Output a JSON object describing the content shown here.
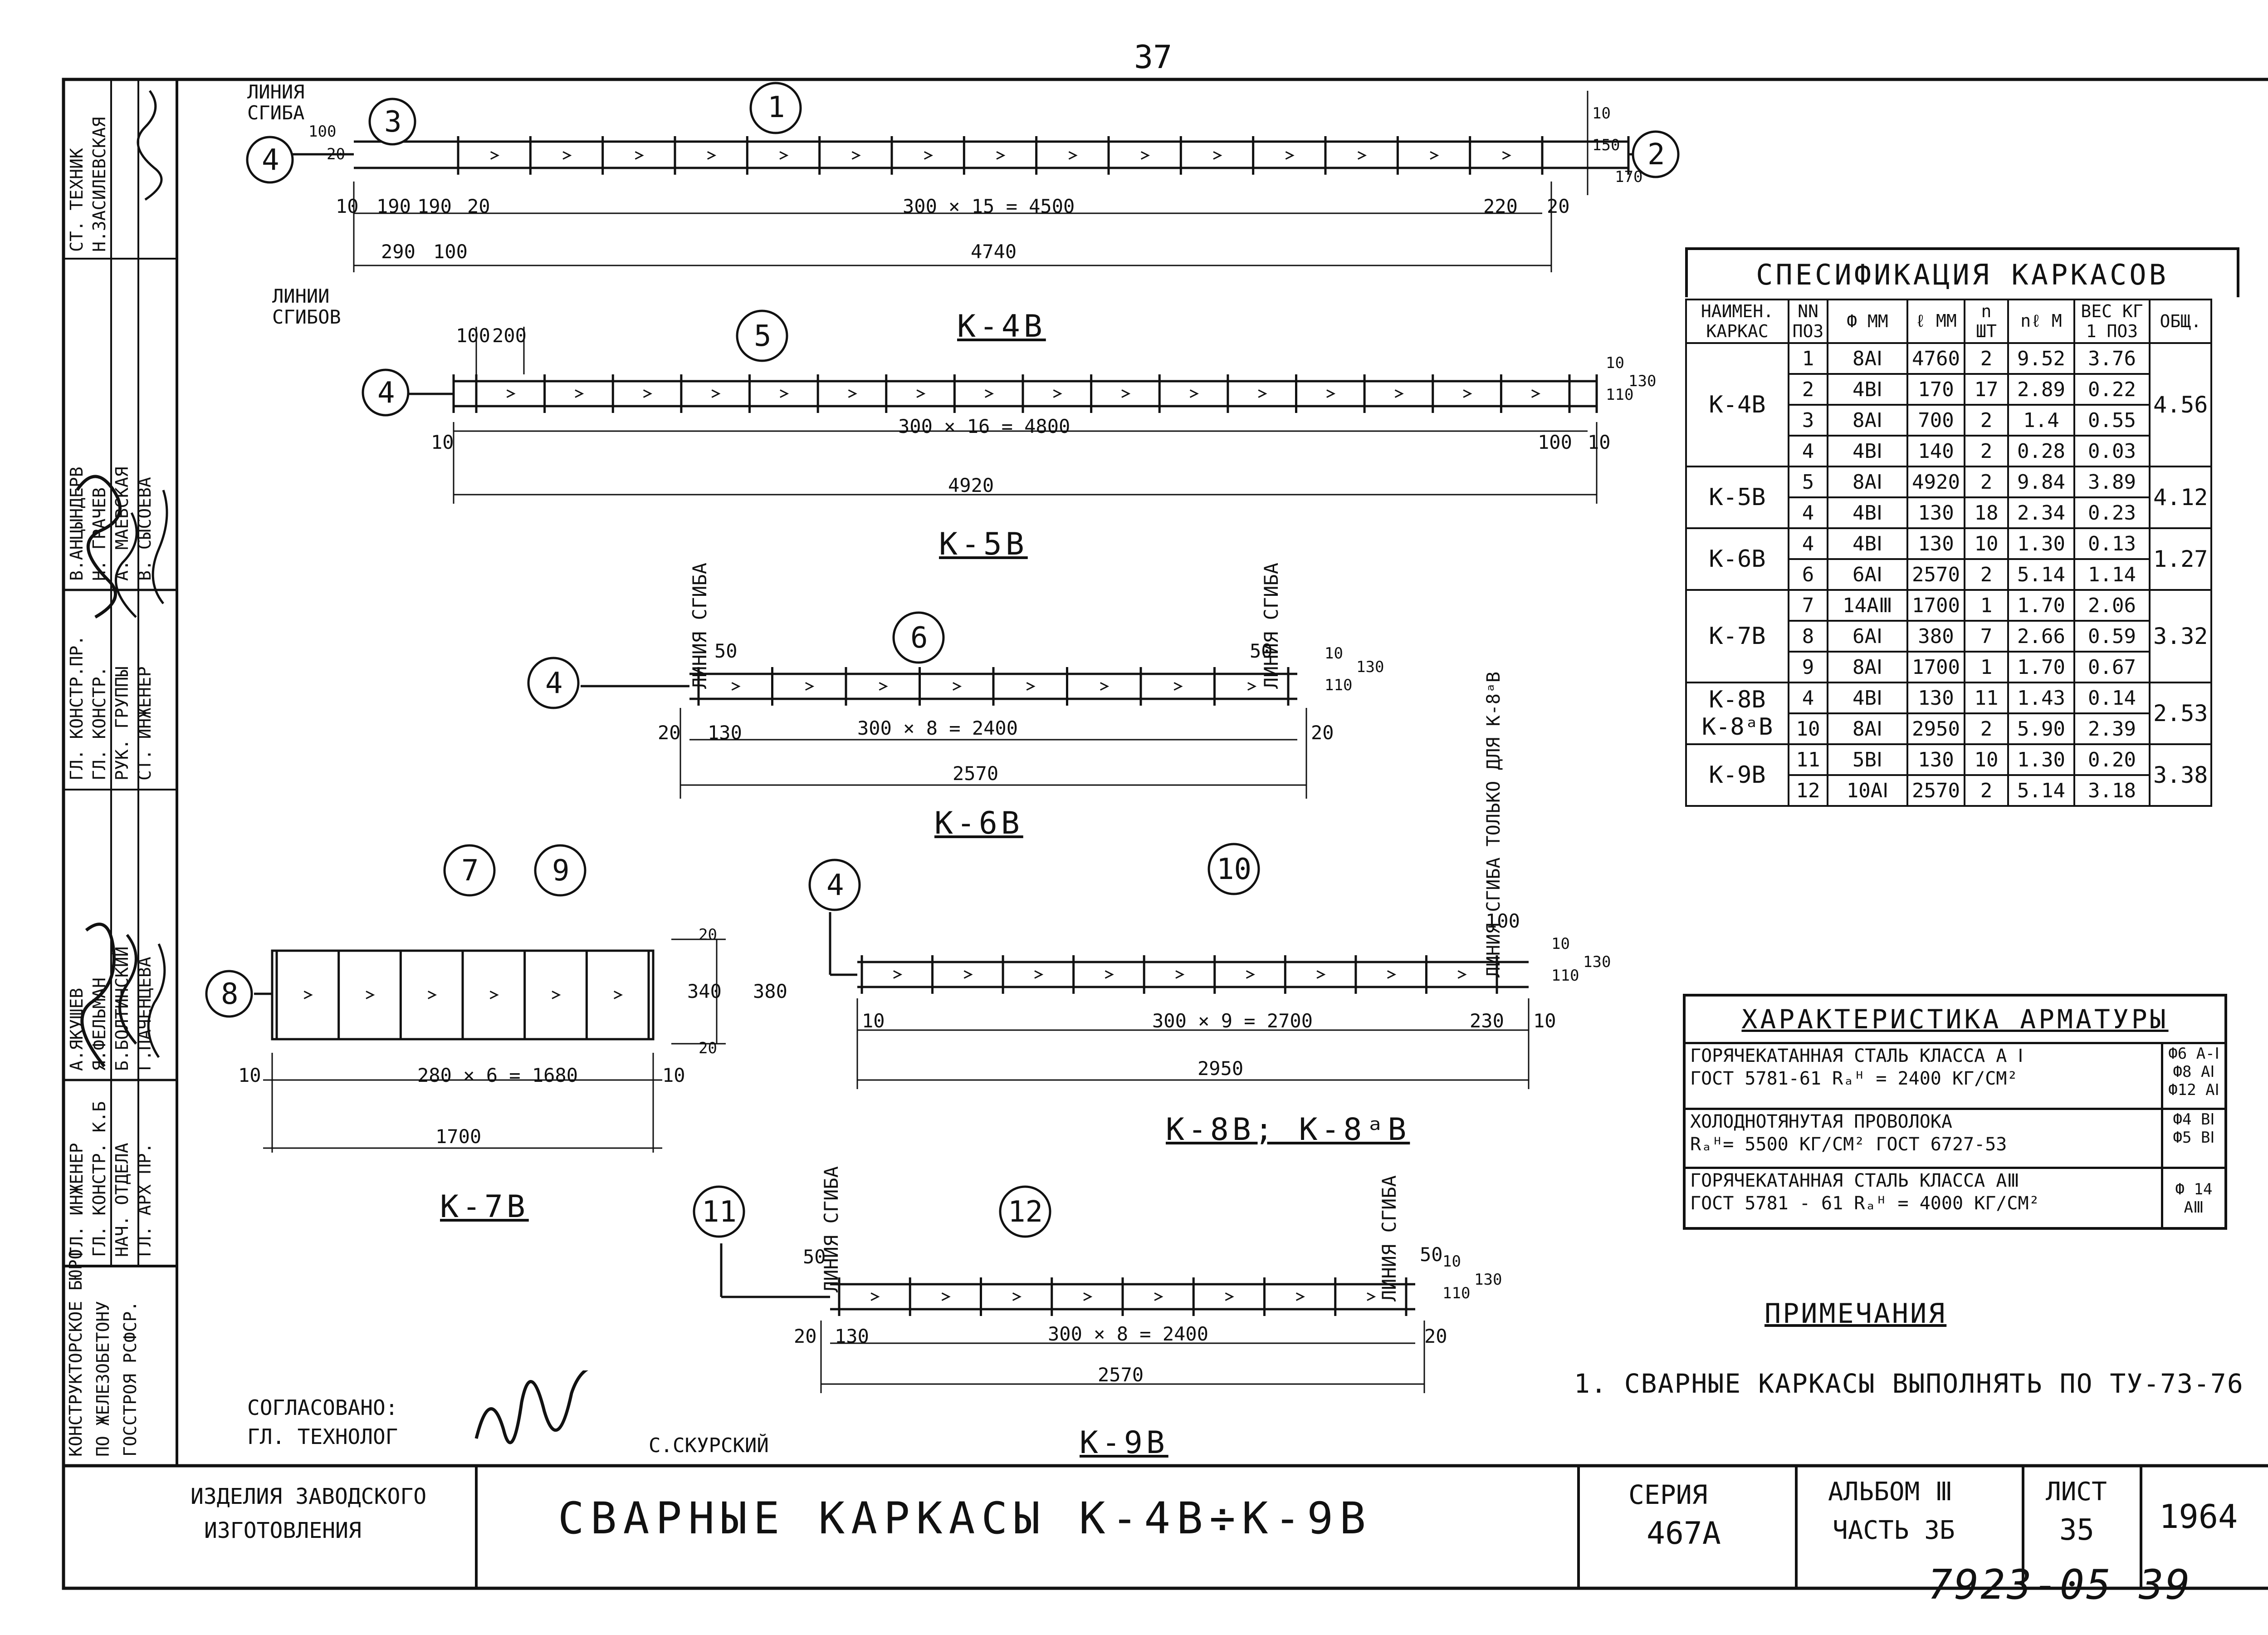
{
  "page_number": "37",
  "stamp_number": "7923-05 39",
  "left_stamp": {
    "org": [
      "КОНСТРУКТОРСКОЕ БЮРО",
      "ПО ЖЕЛЕЗОБЕТОНУ",
      "ГОССТРОЯ РСФСР."
    ],
    "roles": [
      "ГЛ. ИНЖЕНЕР",
      "ГЛ. КОНСТР. К.Б",
      "НАЧ. ОТДЕЛА",
      "ГЛ. АРХ ПР.",
      "ГЛ. КОНСТР.ПР.",
      "ГЛ. КОНСТР.",
      "РУК. ГРУППЫ",
      "СТ. ИНЖЕНЕР",
      "В.АНЦЫНДЕРВ",
      "Н. ГРАЧЕВ",
      "А. МАЕВСКАЯ",
      "В. СЫСОЕВА",
      "СТ. ТЕХНИК",
      "Н.ЗАСИЛЕВСКАЯ"
    ],
    "names": [
      "А.ЯКУШЕВ",
      "Я.ФЕЛЬМАН",
      "Б.БОЛТИНСКИЙ",
      "Г.ПАЧЕНЦЕВА"
    ]
  },
  "title_block": {
    "product": [
      "ИЗДЕЛИЯ ЗАВОДСКОГО",
      "ИЗГОТОВЛЕНИЯ"
    ],
    "title": "СВАРНЫЕ КАРКАСЫ К-4В÷К-9В",
    "series_label": "СЕРИЯ",
    "series": "467А",
    "album_label": "АЛЬБОМ Ⅲ",
    "part": "ЧАСТЬ 3Б",
    "sheet_label": "ЛИСТ",
    "sheet": "35",
    "year": "1964"
  },
  "approval": {
    "label": "СОГЛАСОВАНО:\nГЛ. ТЕХНОЛОГ",
    "name": "С.СКУРСКИЙ"
  },
  "drawings": {
    "k4": {
      "label": "К-4В",
      "bend_line": [
        "ЛИНИЯ",
        "СГИБА"
      ],
      "callouts": [
        "1",
        "2",
        "3",
        "4"
      ],
      "dims": [
        "300 × 15 = 4500",
        "4740",
        "10",
        "190",
        "190",
        "20",
        "290",
        "100",
        "220",
        "20",
        "100",
        "20",
        "10",
        "150",
        "170"
      ]
    },
    "k5": {
      "label": "К-5В",
      "bend_line": [
        "ЛИНИИ",
        "СГИБОВ"
      ],
      "callouts": [
        "4",
        "5"
      ],
      "dims": [
        "300 × 16 = 4800",
        "4920",
        "100",
        "200",
        "10",
        "100",
        "10",
        "10",
        "110",
        "130"
      ]
    },
    "k6": {
      "label": "К-6В",
      "bend_line": [
        "ЛИНИЯ",
        "СГИБА"
      ],
      "callouts": [
        "4",
        "6"
      ],
      "dims": [
        "300 × 8 = 2400",
        "2570",
        "50",
        "50",
        "20",
        "130",
        "20",
        "10",
        "110",
        "130"
      ]
    },
    "k7": {
      "label": "К-7В",
      "callouts": [
        "7",
        "8",
        "9"
      ],
      "dims": [
        "280 × 6 = 1680",
        "1700",
        "10",
        "10",
        "340",
        "380",
        "20",
        "20"
      ]
    },
    "k8": {
      "label": "К-8В; К-8ᵃВ",
      "bend_line": "ЛИНИЯ СГИБА ТОЛЬКО ДЛЯ К-8ᵃВ",
      "callouts": [
        "4",
        "10"
      ],
      "dims": [
        "300 × 9 = 2700",
        "2950",
        "10",
        "230",
        "100",
        "10",
        "10",
        "110",
        "130"
      ]
    },
    "k9": {
      "label": "К-9В",
      "bend_line": [
        "ЛИНИЯ",
        "СГИБА"
      ],
      "callouts": [
        "11",
        "12"
      ],
      "dims": [
        "300 × 8 = 2400",
        "2570",
        "50",
        "50",
        "20",
        "130",
        "20",
        "10",
        "110",
        "130"
      ]
    }
  },
  "spec": {
    "caption": "СПЕСИФИКАЦИЯ КАРКАСОВ",
    "headers": [
      "НАИМЕН. КАРКАС",
      "NN ПОЗ",
      "Ф ММ",
      "ℓ ММ",
      "n ШТ",
      "nℓ М",
      "ВЕС КГ 1 ПОЗ",
      "ОБЩ."
    ],
    "groups": [
      {
        "name": "К-4В",
        "total": "4.56",
        "rows": [
          [
            "1",
            "8АⅠ",
            "4760",
            "2",
            "9.52",
            "3.76"
          ],
          [
            "2",
            "4ВⅠ",
            "170",
            "17",
            "2.89",
            "0.22"
          ],
          [
            "3",
            "8АⅠ",
            "700",
            "2",
            "1.4",
            "0.55"
          ],
          [
            "4",
            "4ВⅠ",
            "140",
            "2",
            "0.28",
            "0.03"
          ]
        ]
      },
      {
        "name": "К-5В",
        "total": "4.12",
        "rows": [
          [
            "5",
            "8АⅠ",
            "4920",
            "2",
            "9.84",
            "3.89"
          ],
          [
            "4",
            "4ВⅠ",
            "130",
            "18",
            "2.34",
            "0.23"
          ]
        ]
      },
      {
        "name": "К-6В",
        "total": "1.27",
        "rows": [
          [
            "4",
            "4ВⅠ",
            "130",
            "10",
            "1.30",
            "0.13"
          ],
          [
            "6",
            "6АⅠ",
            "2570",
            "2",
            "5.14",
            "1.14"
          ]
        ]
      },
      {
        "name": "К-7В",
        "total": "3.32",
        "rows": [
          [
            "7",
            "14АⅢ",
            "1700",
            "1",
            "1.70",
            "2.06"
          ],
          [
            "8",
            "6АⅠ",
            "380",
            "7",
            "2.66",
            "0.59"
          ],
          [
            "9",
            "8АⅠ",
            "1700",
            "1",
            "1.70",
            "0.67"
          ]
        ]
      },
      {
        "name": "К-8В К-8ᵃВ",
        "total": "2.53",
        "rows": [
          [
            "4",
            "4ВⅠ",
            "130",
            "11",
            "1.43",
            "0.14"
          ],
          [
            "10",
            "8АⅠ",
            "2950",
            "2",
            "5.90",
            "2.39"
          ]
        ]
      },
      {
        "name": "К-9В",
        "total": "3.38",
        "rows": [
          [
            "11",
            "5ВⅠ",
            "130",
            "10",
            "1.30",
            "0.20"
          ],
          [
            "12",
            "10АⅠ",
            "2570",
            "2",
            "5.14",
            "3.18"
          ]
        ]
      }
    ]
  },
  "armature": {
    "title": "ХАРАКТЕРИСТИКА АРМАТУРЫ",
    "rows": [
      {
        "desc": [
          "ГОРЯЧЕКАТАННАЯ СТАЛЬ КЛАССА А Ⅰ",
          "ГОСТ 5781-61 Rₐᴴ = 2400 КГ/СМ²"
        ],
        "grade": [
          "Ф6 А-Ⅰ",
          "Ф8 АⅠ",
          "Ф12 АⅠ"
        ]
      },
      {
        "desc": [
          "ХОЛОДНОТЯНУТАЯ ПРОВОЛОКА",
          "Rₐᴴ= 5500 КГ/СМ²  ГОСТ 6727-53"
        ],
        "grade": [
          "Ф4 ВⅠ",
          "Ф5 ВⅠ"
        ]
      },
      {
        "desc": [
          "ГОРЯЧЕКАТАННАЯ СТАЛЬ КЛАССА АⅢ",
          "ГОСТ 5781 - 61 Rₐᴴ = 4000 КГ/СМ²"
        ],
        "grade": [
          "Ф 14 АⅢ"
        ]
      }
    ]
  },
  "notes": {
    "title": "ПРИМЕЧАНИЯ",
    "items": [
      "1. СВАРНЫЕ КАРКАСЫ ВЫПОЛНЯТЬ ПО  ТУ-73-76"
    ]
  }
}
